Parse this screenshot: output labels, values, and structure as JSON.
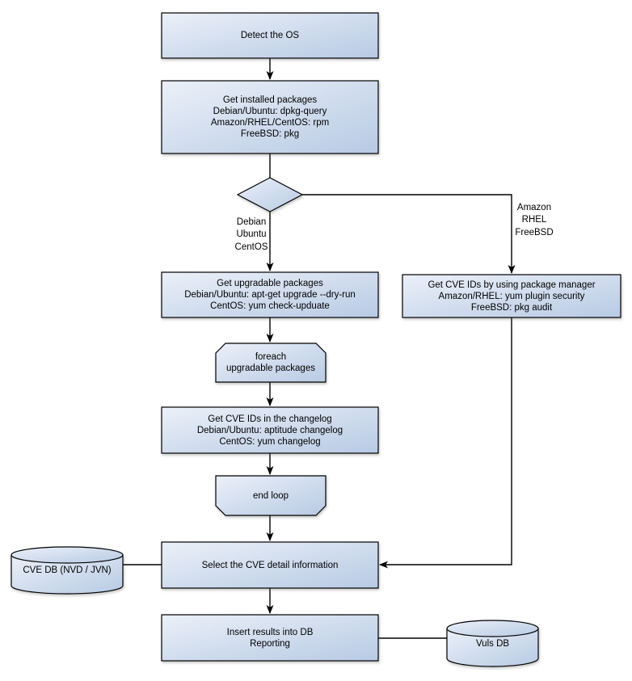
{
  "diagram": {
    "type": "flowchart",
    "nodes": {
      "detect_os": {
        "label": "Detect the OS"
      },
      "get_installed": {
        "lines": [
          "Get installed packages",
          "Debian/Ubuntu: dpkg-query",
          "Amazon/RHEL/CentOS: rpm",
          "FreeBSD: pkg"
        ]
      },
      "os_decision": {
        "label": ""
      },
      "get_upgradable": {
        "lines": [
          "Get upgradable packages",
          "Debian/Ubuntu: apt-get upgrade --dry-run",
          "CentOS: yum check-upduate"
        ]
      },
      "get_cve_pkg_manager": {
        "lines": [
          "Get CVE IDs by using package manager",
          "Amazon/RHEL: yum plugin security",
          "FreeBSD: pkg audit"
        ]
      },
      "foreach_loop_start": {
        "lines": [
          "foreach",
          "upgradable packages"
        ]
      },
      "get_cve_changelog": {
        "lines": [
          "Get CVE IDs in the changelog",
          "Debian/Ubuntu: aptitude changelog",
          "CentOS: yum changelog"
        ]
      },
      "end_loop": {
        "label": "end loop"
      },
      "select_cve_detail": {
        "label": "Select the CVE detail information"
      },
      "cve_db": {
        "label": "CVE DB (NVD / JVN)"
      },
      "insert_results": {
        "lines": [
          "Insert results into DB",
          "Reporting"
        ]
      },
      "vuls_db": {
        "label": "Vuls DB"
      }
    },
    "edge_labels": {
      "branch_left": {
        "lines": [
          "Debian",
          "Ubuntu",
          "CentOS"
        ]
      },
      "branch_right": {
        "lines": [
          "Amazon",
          "RHEL",
          "FreeBSD"
        ]
      }
    },
    "colors": {
      "node_fill_light": "#ebf0f8",
      "node_fill_dark": "#b7cae4",
      "node_border": "#000000",
      "connector": "#000000",
      "background": "#ffffff",
      "text": "#000000"
    }
  }
}
